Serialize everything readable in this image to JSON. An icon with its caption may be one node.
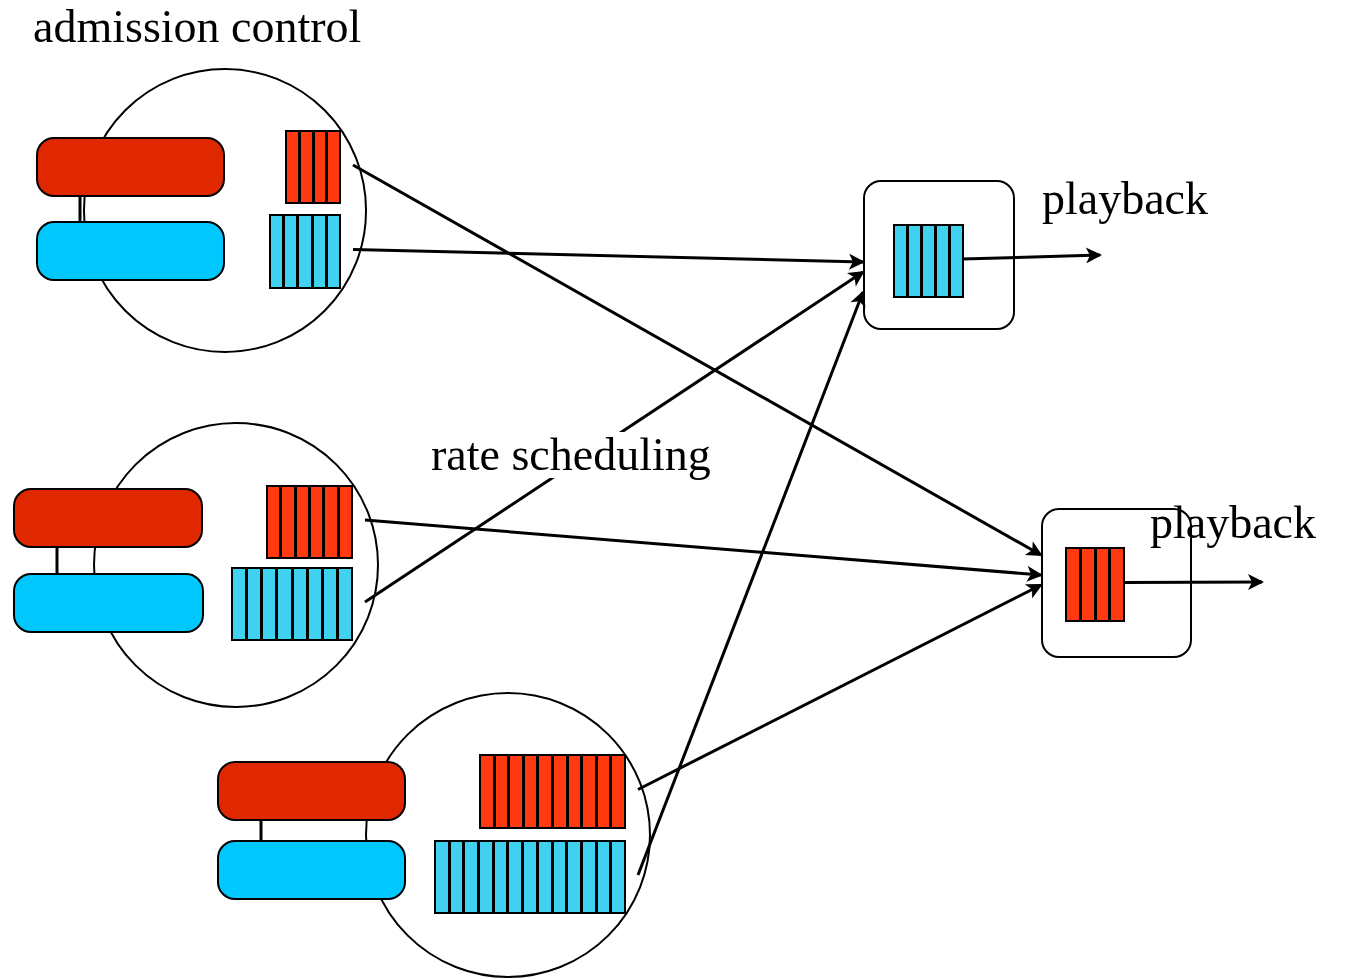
{
  "diagram": {
    "nodes": [
      {
        "text": [],
        "shape": "circle"
      },
      {
        "text": [],
        "shape": "box"
      },
      {
        "text": [],
        "shape": "box"
      },
      {
        "text": [],
        "shape": "bar",
        "in": 0
      },
      {
        "text": [],
        "shape": "bar",
        "in": 0
      },
      {
        "text": [],
        "shape": "circle"
      },
      {
        "text": [],
        "shape": "box"
      },
      {
        "text": [],
        "shape": "box"
      },
      {
        "text": [],
        "shape": "bar",
        "in": 5
      },
      {
        "text": [],
        "shape": "bar",
        "in": 5
      },
      {
        "text": [],
        "shape": "circle"
      },
      {
        "text": [],
        "shape": "box"
      },
      {
        "text": [],
        "shape": "box"
      },
      {
        "text": [],
        "shape": "bar",
        "in": 10
      },
      {
        "text": [],
        "shape": "bar",
        "in": 10
      },
      {
        "text": [],
        "shape": "box"
      },
      {
        "text": [],
        "shape": "bar",
        "in": 15
      },
      {
        "text": [],
        "shape": "box"
      },
      {
        "text": [],
        "shape": "bar",
        "in": 17
      }
    ],
    "edges": [
      {
        "from": 3,
        "to": 17,
        "arrow": "to"
      },
      {
        "from": 4,
        "to": 15,
        "arrow": "to"
      },
      {
        "from": 8,
        "to": 17,
        "arrow": "to"
      },
      {
        "from": 9,
        "to": 15,
        "arrow": "to"
      },
      {
        "from": 13,
        "to": 17,
        "arrow": "to"
      },
      {
        "from": 14,
        "to": 15,
        "arrow": "to"
      },
      {
        "from": 16,
        "to": null,
        "arrow": "to"
      },
      {
        "from": 18,
        "to": null,
        "arrow": "to"
      },
      {
        "from": 1,
        "to": 2,
        "arrow": "none"
      },
      {
        "from": 6,
        "to": 7,
        "arrow": "none"
      },
      {
        "from": 11,
        "to": 12,
        "arrow": "none"
      }
    ],
    "labels": [
      "admission control",
      "playback",
      "rate scheduling",
      "playback"
    ]
  }
}
